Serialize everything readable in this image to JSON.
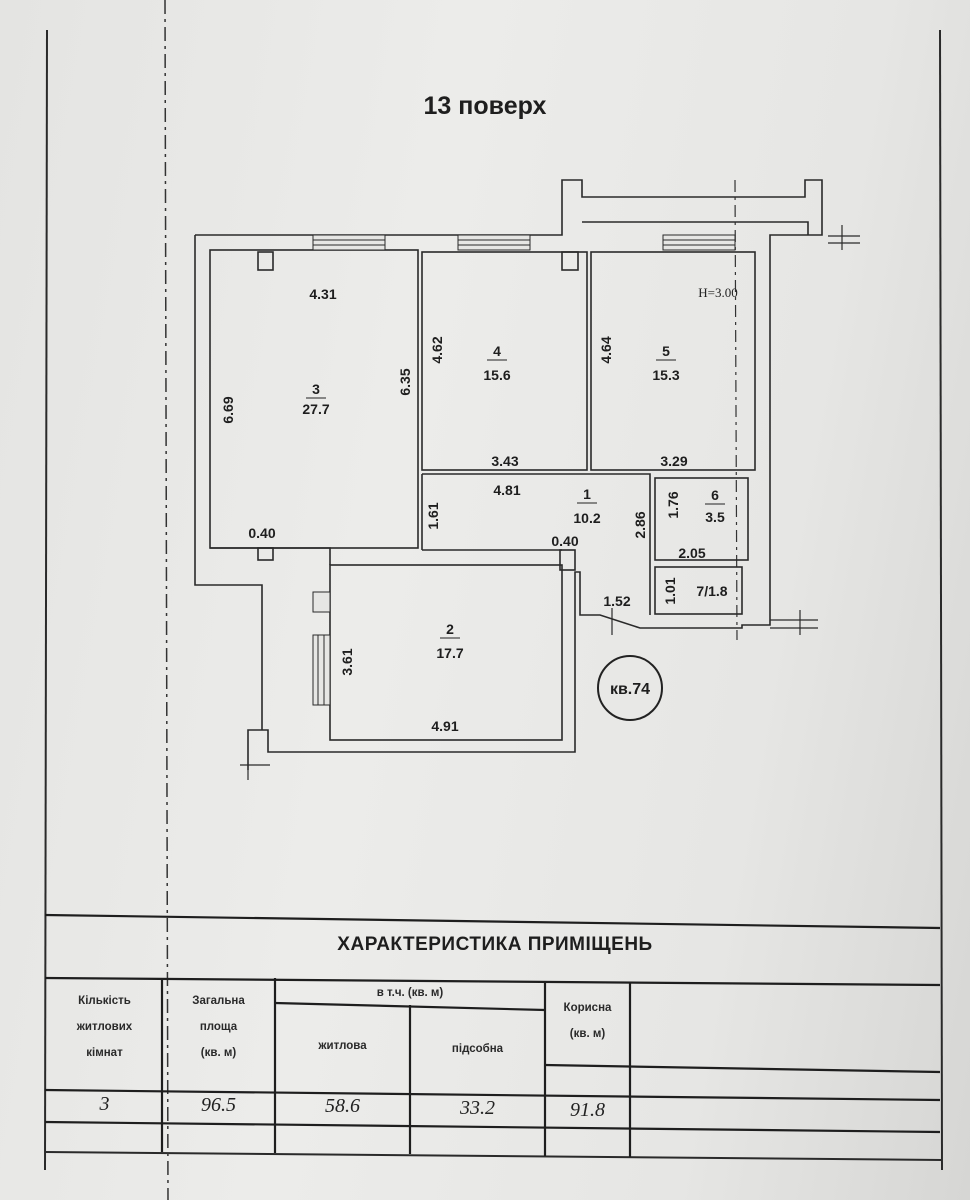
{
  "floor_title": "13 поверх",
  "apartment_label": "кв.74",
  "ceiling_height": "H=3.00",
  "rooms": [
    {
      "number": "3",
      "area": "27.7"
    },
    {
      "number": "4",
      "area": "15.6"
    },
    {
      "number": "5",
      "area": "15.3"
    },
    {
      "number": "1",
      "area": "10.2"
    },
    {
      "number": "6",
      "area": "3.5"
    },
    {
      "number": "2",
      "area": "17.7"
    },
    {
      "label": "7/1.8"
    }
  ],
  "dimensions": {
    "r3_top": "4.31",
    "r3_left": "6.69",
    "r3_right": "6.35",
    "r3_bottom": "0.40",
    "r4_left": "4.62",
    "r4_bottom": "3.43",
    "r5_left": "4.64",
    "r5_bottom": "3.29",
    "r1_top": "4.81",
    "r1_left": "1.61",
    "r1_right": "2.86",
    "r1_niche": "0.40",
    "r1_bottom": "1.52",
    "r6_left": "1.76",
    "r6_bottom": "2.05",
    "r7_left": "1.01",
    "r2_left": "3.61",
    "r2_bottom": "4.91"
  },
  "table": {
    "title": "ХАРАКТЕРИСТИКА ПРИМІЩЕНЬ",
    "headers": {
      "rooms_count": [
        "Кількість",
        "житлових",
        "кімнат"
      ],
      "total_area": [
        "Загальна",
        "площа",
        "(кв. м)"
      ],
      "including": "в т.ч. (кв. м)",
      "living": "житлова",
      "auxiliary": "підсобна",
      "useful": [
        "Корисна",
        "(кв. м)"
      ]
    },
    "row": {
      "rooms_count": "3",
      "total_area": "96.5",
      "living": "58.6",
      "auxiliary": "33.2",
      "useful": "91.8"
    }
  }
}
